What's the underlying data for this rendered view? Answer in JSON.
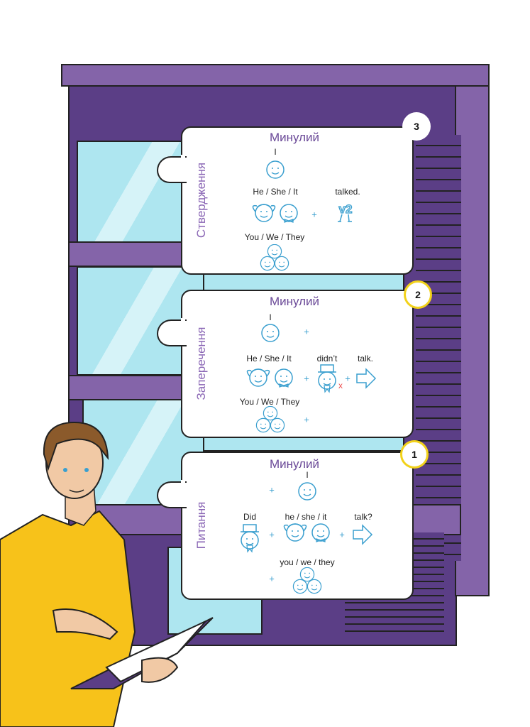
{
  "colors": {
    "building": "#8464a9",
    "building_dark": "#5b3e86",
    "window": "#aee6f0",
    "icon": "#3a9fcf",
    "title": "#6b4a98",
    "shirt": "#f7c21a",
    "badge_ring": "#f2d21a"
  },
  "cards": [
    {
      "badge": "3",
      "title": "Минулий",
      "side_label": "Ствердження",
      "pronoun_i": "I",
      "pronoun_he": "He / She / It",
      "pronoun_you": "You / We / They",
      "verb": "talked.",
      "verb_icon": "v2-icon"
    },
    {
      "badge": "2",
      "title": "Минулий",
      "side_label": "Заперечення",
      "pronoun_i": "I",
      "pronoun_he": "He / She / It",
      "pronoun_you": "You / We / They",
      "aux": "didn’t",
      "verb": "talk.",
      "plus": "+",
      "cross": "x"
    },
    {
      "badge": "1",
      "title": "Минулий",
      "side_label": "Питання",
      "pronoun_i": "I",
      "aux": "Did",
      "pronoun_he": "he / she / it",
      "pronoun_you": "you / we / they",
      "verb": "talk?",
      "plus": "+"
    }
  ]
}
